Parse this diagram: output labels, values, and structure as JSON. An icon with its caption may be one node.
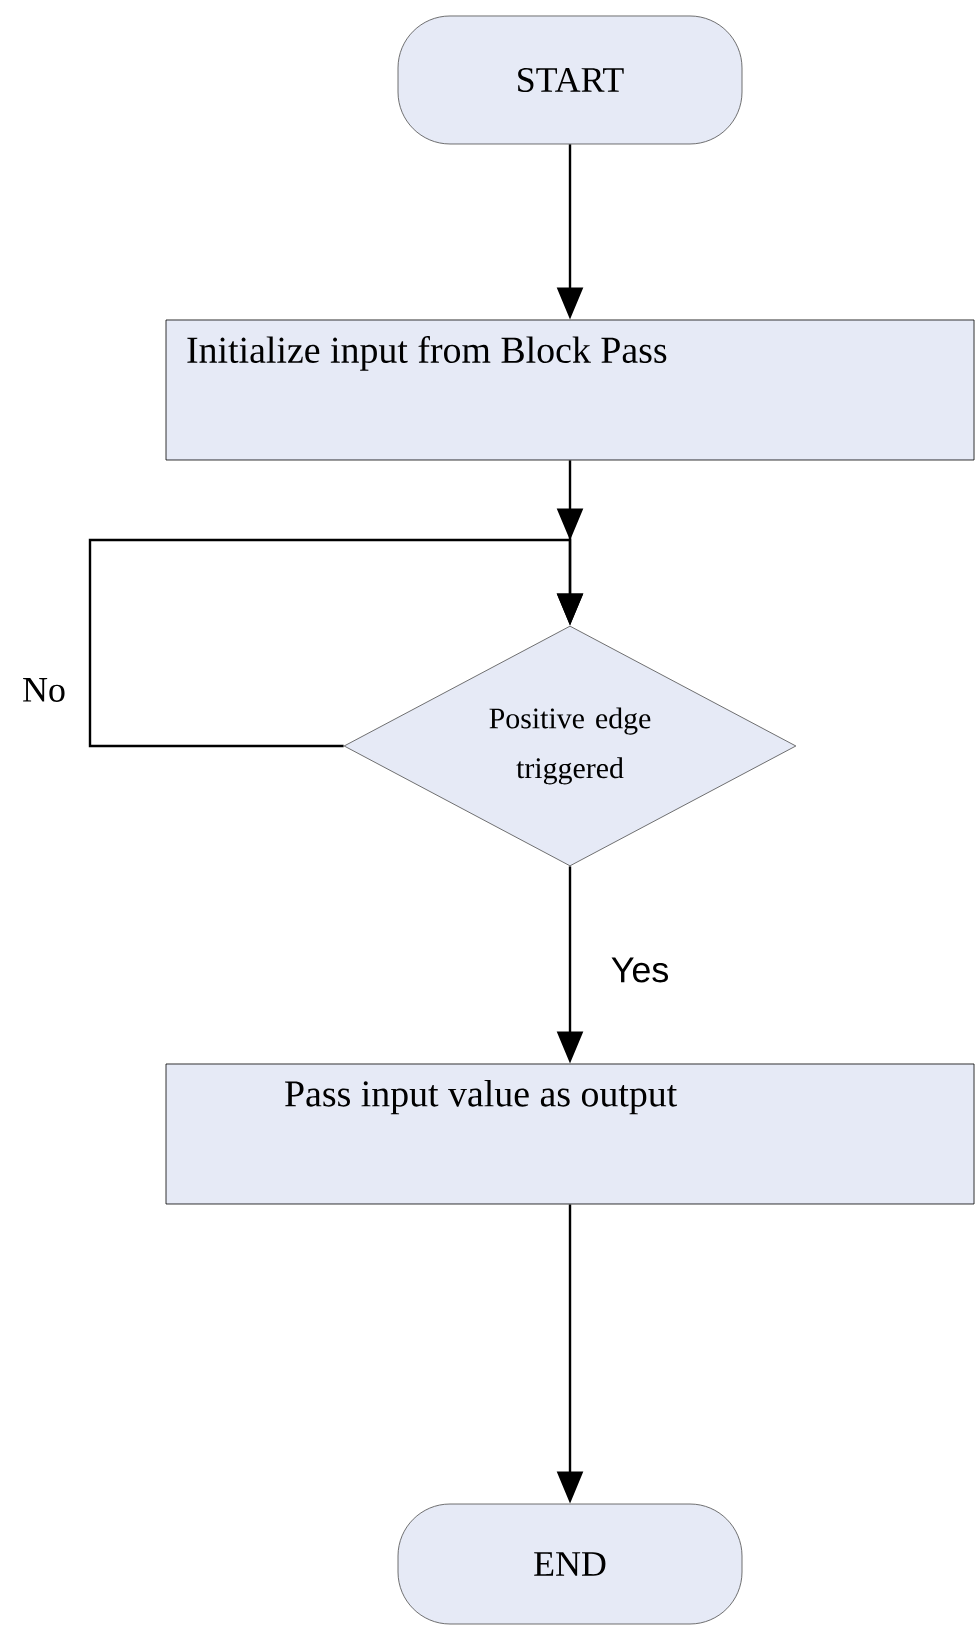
{
  "diagram": {
    "nodes": [
      {
        "text": [
          "START"
        ]
      },
      {
        "text": [
          "Initialize input from Block Pass"
        ]
      },
      {
        "text": [
          "Positive edge triggered"
        ]
      },
      {
        "text": [
          "Pass input value as output"
        ]
      },
      {
        "text": [
          "END"
        ]
      }
    ],
    "edges": [
      {
        "from": 0,
        "to": 1,
        "arrow": "to"
      },
      {
        "from": 1,
        "to": 2,
        "arrow": "to"
      },
      {
        "from": 2,
        "to": 2,
        "arrow": "to",
        "label": "No"
      },
      {
        "from": 2,
        "to": 3,
        "arrow": "to",
        "label": "Yes"
      },
      {
        "from": 3,
        "to": 4,
        "arrow": "to"
      }
    ]
  }
}
